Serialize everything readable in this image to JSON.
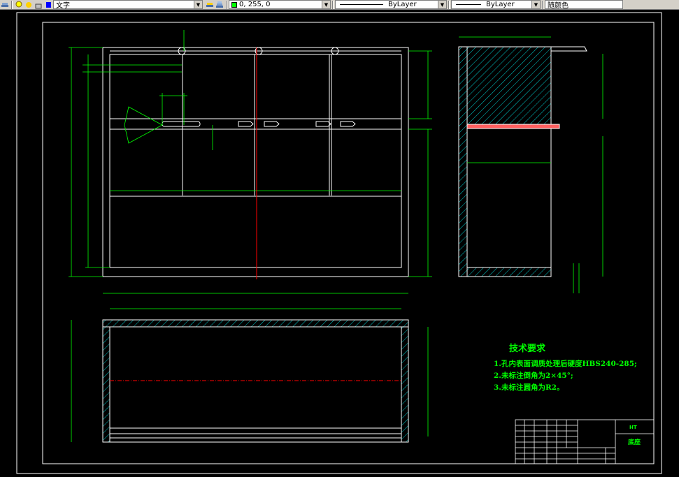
{
  "toolbar": {
    "textstyle_value": "文字",
    "color_value": "0, 255, 0",
    "linetype_value": "ByLayer",
    "lineweight_value": "ByLayer",
    "plotstyle_value": "随颜色",
    "color_swatch": "#00ff00"
  },
  "notes": {
    "title": "技术要求",
    "lines": [
      "1.孔内表面调质处理后硬度HBS240-285;",
      "2.未标注倒角为2×45°;",
      "3.未标注圆角为R2。"
    ]
  },
  "titleblock": {
    "drawing_name": "底座",
    "material_code": "HT"
  },
  "colors": {
    "canvas": "#000000",
    "geometry": "#ffffff",
    "dimension": "#00ff00",
    "center": "#ff0000",
    "hatch": "#00ffff"
  }
}
